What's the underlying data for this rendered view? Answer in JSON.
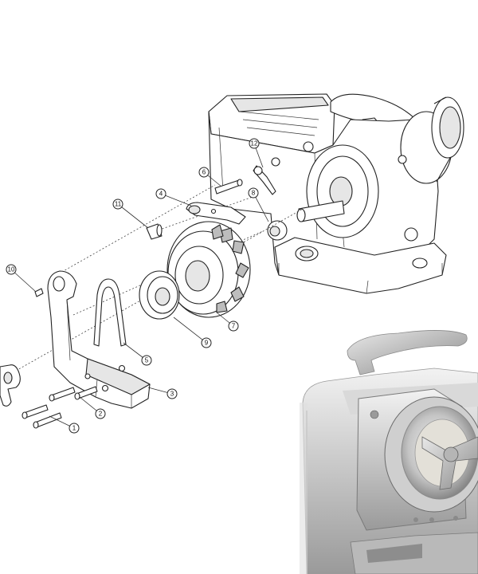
{
  "diagram": {
    "callouts": [
      {
        "id": "c1",
        "label": "1"
      },
      {
        "id": "c2",
        "label": "2"
      },
      {
        "id": "c3",
        "label": "3"
      },
      {
        "id": "c4",
        "label": "4"
      },
      {
        "id": "c5",
        "label": "5"
      },
      {
        "id": "c6",
        "label": "6"
      },
      {
        "id": "c7",
        "label": "7"
      },
      {
        "id": "c8",
        "label": "8"
      },
      {
        "id": "c9",
        "label": "9"
      },
      {
        "id": "c10",
        "label": "10"
      },
      {
        "id": "c11",
        "label": "11"
      },
      {
        "id": "c12",
        "label": "12"
      }
    ]
  },
  "colors": {
    "line": "#222222",
    "background": "#ffffff",
    "photo_metal": "#c8c8c8",
    "photo_dark": "#6a6a6a"
  }
}
